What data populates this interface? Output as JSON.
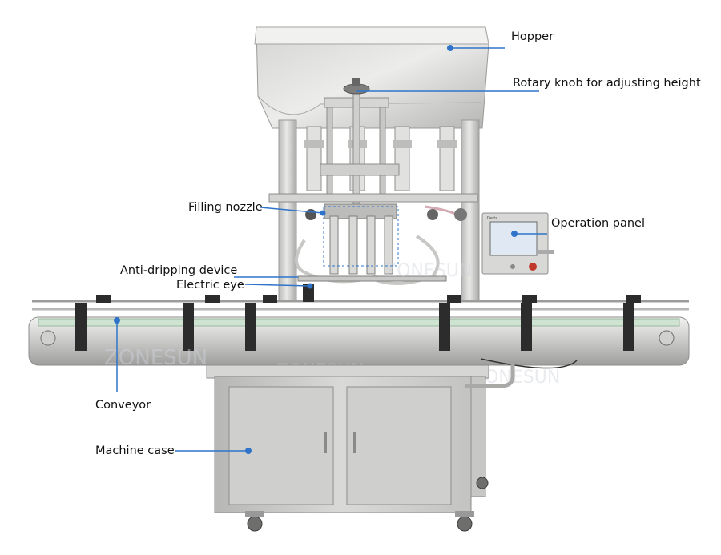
{
  "watermark": "ZONESUN",
  "panel_brand": "Delta",
  "colors": {
    "steel_light": "#e4e4e2",
    "steel_mid": "#bdbdbb",
    "steel_dark": "#8e8e8c",
    "belt_green": "#cfe3d2",
    "leader_line": "#2f74c9",
    "dot": "#2f74c9",
    "screen": "#dfe8f3"
  },
  "callouts": [
    {
      "id": "hopper",
      "label": "Hopper"
    },
    {
      "id": "rotary-knob",
      "label": "Rotary knob for adjusting height"
    },
    {
      "id": "filling-nozzle",
      "label": "Filling nozzle"
    },
    {
      "id": "operation-panel",
      "label": "Operation panel"
    },
    {
      "id": "anti-dripping",
      "label": "Anti-dripping device"
    },
    {
      "id": "electric-eye",
      "label": "Electric eye"
    },
    {
      "id": "conveyor",
      "label": "Conveyor"
    },
    {
      "id": "machine-case",
      "label": "Machine case"
    }
  ]
}
